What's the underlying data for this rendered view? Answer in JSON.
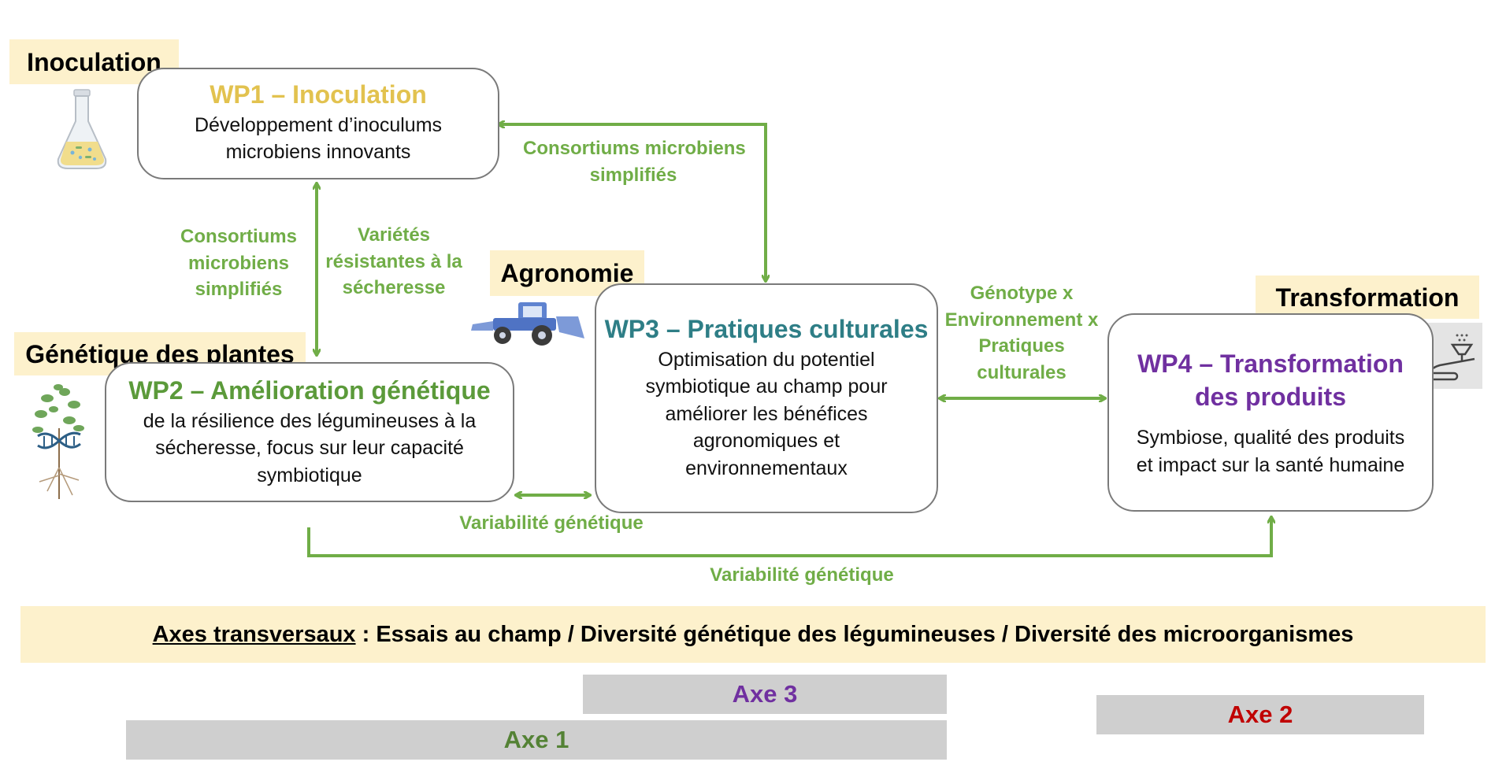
{
  "tags": {
    "inoculation": "Inoculation",
    "agronomie": "Agronomie",
    "genetique": "Génétique des plantes",
    "transformation": "Transformation"
  },
  "wp1": {
    "title": "WP1 – Inoculation",
    "desc_line1": "Développement d’inoculums",
    "desc_line2": "microbiens innovants"
  },
  "wp2": {
    "title": "WP2 – Amélioration génétique",
    "desc_line1": "de la résilience des légumineuses à la",
    "desc_line2": "sécheresse, focus sur leur capacité",
    "desc_line3": "symbiotique"
  },
  "wp3": {
    "title": "WP3 – Pratiques culturales",
    "desc_line1": "Optimisation du potentiel",
    "desc_line2": "symbiotique au champ pour",
    "desc_line3": "améliorer les bénéfices",
    "desc_line4": "agronomiques et",
    "desc_line5": "environnementaux"
  },
  "wp4": {
    "title_line1": "WP4 – Transformation",
    "title_line2": "des produits",
    "desc_line1": "Symbiose, qualité des produits",
    "desc_line2": "et impact sur la santé humaine"
  },
  "links": {
    "wp1_wp3_line1": "Consortiums microbiens",
    "wp1_wp3_line2": "simplifiés",
    "wp1_wp2_left_line1": "Consortiums",
    "wp1_wp2_left_line2": "microbiens",
    "wp1_wp2_left_line3": "simplifiés",
    "wp1_wp2_right_line1": "Variétés",
    "wp1_wp2_right_line2": "résistantes à la",
    "wp1_wp2_right_line3": "sécheresse",
    "wp3_wp4_line1": "Génotype x",
    "wp3_wp4_line2": "Environnement x",
    "wp3_wp4_line3": "Pratiques",
    "wp3_wp4_line4": "culturales",
    "wp2_wp3": "Variabilité génétique",
    "wp2_wp4": "Variabilité génétique"
  },
  "axes_banner": {
    "underlined": "Axes transversaux",
    "rest": " : Essais au champ / Diversité génétique des légumineuses / Diversité des microorganismes"
  },
  "axes": {
    "axe1": "Axe 1",
    "axe2": "Axe 2",
    "axe3": "Axe 3"
  },
  "icons": [
    "flask-icon",
    "tractor-icon",
    "plant-dna-icon",
    "conveyor-icon"
  ],
  "colors": {
    "tag_bg": "#fdf1cc",
    "arrow_green": "#70ad47",
    "wp1_yellow": "#e2c24f",
    "wp2_green": "#5b9a3a",
    "wp3_teal": "#2e7e86",
    "wp4_purple": "#7030a0",
    "axe1_green": "#548235",
    "axe2_red": "#c00000",
    "axe3_purple": "#7030a0",
    "bar_gray": "#cfcfcf"
  }
}
